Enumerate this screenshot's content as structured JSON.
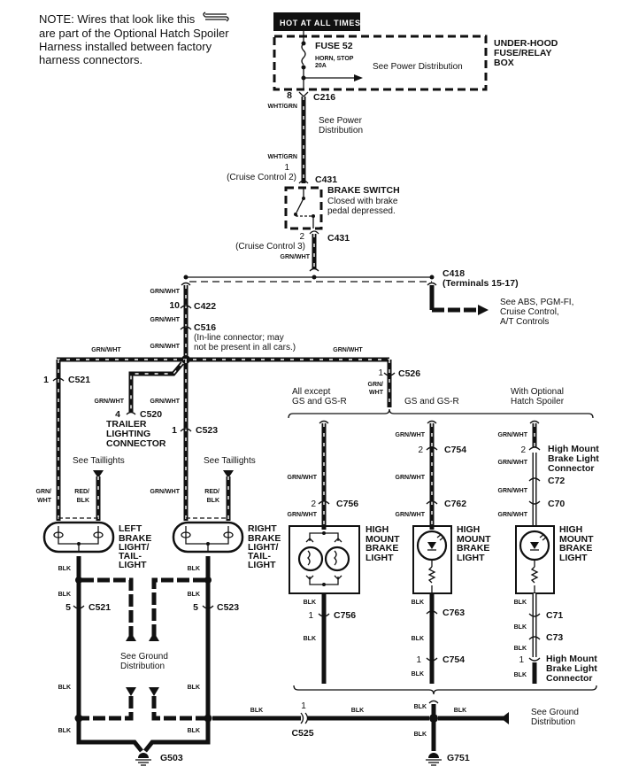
{
  "note": {
    "lines": [
      "NOTE: Wires that look like this",
      "are part of the Optional Hatch Spoiler",
      "Harness installed between factory",
      "harness connectors."
    ]
  },
  "header": {
    "hot_label": "HOT AT ALL TIMES"
  },
  "fuse_box": {
    "fuse": "FUSE 52",
    "fuse_desc_1": "HORN, STOP",
    "fuse_desc_2": "20A",
    "see": "See Power Distribution",
    "box_1": "UNDER-HOOD",
    "box_2": "FUSE/RELAY",
    "box_3": "BOX"
  },
  "c216": {
    "pin": "8",
    "name": "C216",
    "wire": "WHT/GRN",
    "see_1": "See Power",
    "see_2": "Distribution"
  },
  "brake_switch": {
    "wire_top": "WHT/GRN",
    "pin_top": "1",
    "pin_top_note": "(Cruise Control 2)",
    "conn_top": "C431",
    "title": "BRAKE SWITCH",
    "desc_1": "Closed with brake",
    "desc_2": "pedal depressed.",
    "pin_bot": "2",
    "pin_bot_note": "(Cruise Control 3)",
    "conn_bot": "C431",
    "wire_bot": "GRN/WHT"
  },
  "c418": {
    "name": "C418",
    "terminals": "(Terminals 15-17)",
    "see_1": "See ABS, PGM-FI,",
    "see_2": "Cruise Control,",
    "see_3": "A/T Controls"
  },
  "c422": {
    "wire_above": "GRN/WHT",
    "pin": "10",
    "name": "C422",
    "wire_below": "GRN/WHT"
  },
  "c516": {
    "name": "C516",
    "note_1": "(In-line connector; may",
    "note_2": "not be present in all cars.)",
    "wire_below": "GRN/WHT"
  },
  "bus": {
    "wire_left": "GRN/WHT",
    "wire_right": "GRN/WHT"
  },
  "c526": {
    "pin": "1",
    "name": "C526",
    "wire_1": "GRN/",
    "wire_2": "WHT"
  },
  "c521_top": {
    "pin": "1",
    "name": "C521"
  },
  "trailer": {
    "wire": "GRN/WHT",
    "pin": "4",
    "name": "C520",
    "label_1": "TRAILER",
    "label_2": "LIGHTING",
    "label_3": "CONNECTOR"
  },
  "c523_top": {
    "wire": "GRN/WHT",
    "pin": "1",
    "name": "C523"
  },
  "left_light": {
    "see": "See Taillights",
    "wire_a_1": "GRN/",
    "wire_a_2": "WHT",
    "wire_b_1": "RED/",
    "wire_b_2": "BLK",
    "label": [
      "LEFT",
      "BRAKE",
      "LIGHT/",
      "TAIL-",
      "LIGHT"
    ],
    "wire_gnd": "BLK",
    "wire_gnd2": "BLK",
    "pin": "5",
    "conn": "C521"
  },
  "right_light": {
    "see": "See Taillights",
    "wire_a": "GRN/WHT",
    "wire_b_1": "RED/",
    "wire_b_2": "BLK",
    "label": [
      "RIGHT",
      "BRAKE",
      "LIGHT/",
      "TAIL-",
      "LIGHT"
    ],
    "wire_gnd": "BLK",
    "wire_gnd2": "BLK",
    "pin": "5",
    "conn": "C523"
  },
  "ground_left": {
    "see_1": "See Ground",
    "see_2": "Distribution",
    "wire_l": "BLK",
    "wire_r": "BLK",
    "wire_bl": "BLK",
    "wire_br": "BLK",
    "ground": "G503"
  },
  "c525": {
    "pin": "1",
    "name": "C525",
    "wire_l": "BLK",
    "wire_r": "BLK"
  },
  "variants": {
    "a": {
      "title_1": "All except",
      "title_2": "GS and GS-R",
      "wire_1": "GRN/WHT",
      "pin_1": "2",
      "conn_1": "C756",
      "wire_2": "GRN/WHT",
      "label": [
        "HIGH",
        "MOUNT",
        "BRAKE",
        "LIGHT"
      ],
      "wire_3": "BLK",
      "pin_2": "1",
      "conn_2": "C756",
      "wire_4": "BLK"
    },
    "b": {
      "title": "GS and GS-R",
      "wire_1": "GRN/WHT",
      "pin_1": "2",
      "conn_1": "C754",
      "wire_2": "GRN/WHT",
      "conn_2": "C762",
      "wire_3": "GRN/WHT",
      "label": [
        "HIGH",
        "MOUNT",
        "BRAKE",
        "LIGHT"
      ],
      "wire_4": "BLK",
      "conn_3": "C763",
      "wire_5": "BLK",
      "pin_2": "1",
      "conn_4": "C754",
      "wire_6": "BLK"
    },
    "c": {
      "title_1": "With Optional",
      "title_2": "Hatch Spoiler",
      "wire_1": "GRN/WHT",
      "pin_1": "2",
      "conn_1_a": "High Mount",
      "conn_1_b": "Brake Light",
      "conn_1_c": "Connector",
      "wire_2": "GRN/WHT",
      "conn_2": "C72",
      "wire_3": "GRN/WHT",
      "conn_3": "C70",
      "wire_4": "GRN/WHT",
      "label": [
        "HIGH",
        "MOUNT",
        "BRAKE",
        "LIGHT"
      ],
      "wire_5": "BLK",
      "conn_4": "C71",
      "wire_6": "BLK",
      "conn_5": "C73",
      "wire_7": "BLK",
      "pin_2": "1",
      "conn_6_a": "High Mount",
      "conn_6_b": "Brake Light",
      "conn_6_c": "Connector",
      "wire_8": "BLK"
    }
  },
  "ground_right": {
    "wire_up": "BLK",
    "wire_right": "BLK",
    "wire_down": "BLK",
    "see_1": "See Ground",
    "see_2": "Distribution",
    "ground": "G751"
  }
}
